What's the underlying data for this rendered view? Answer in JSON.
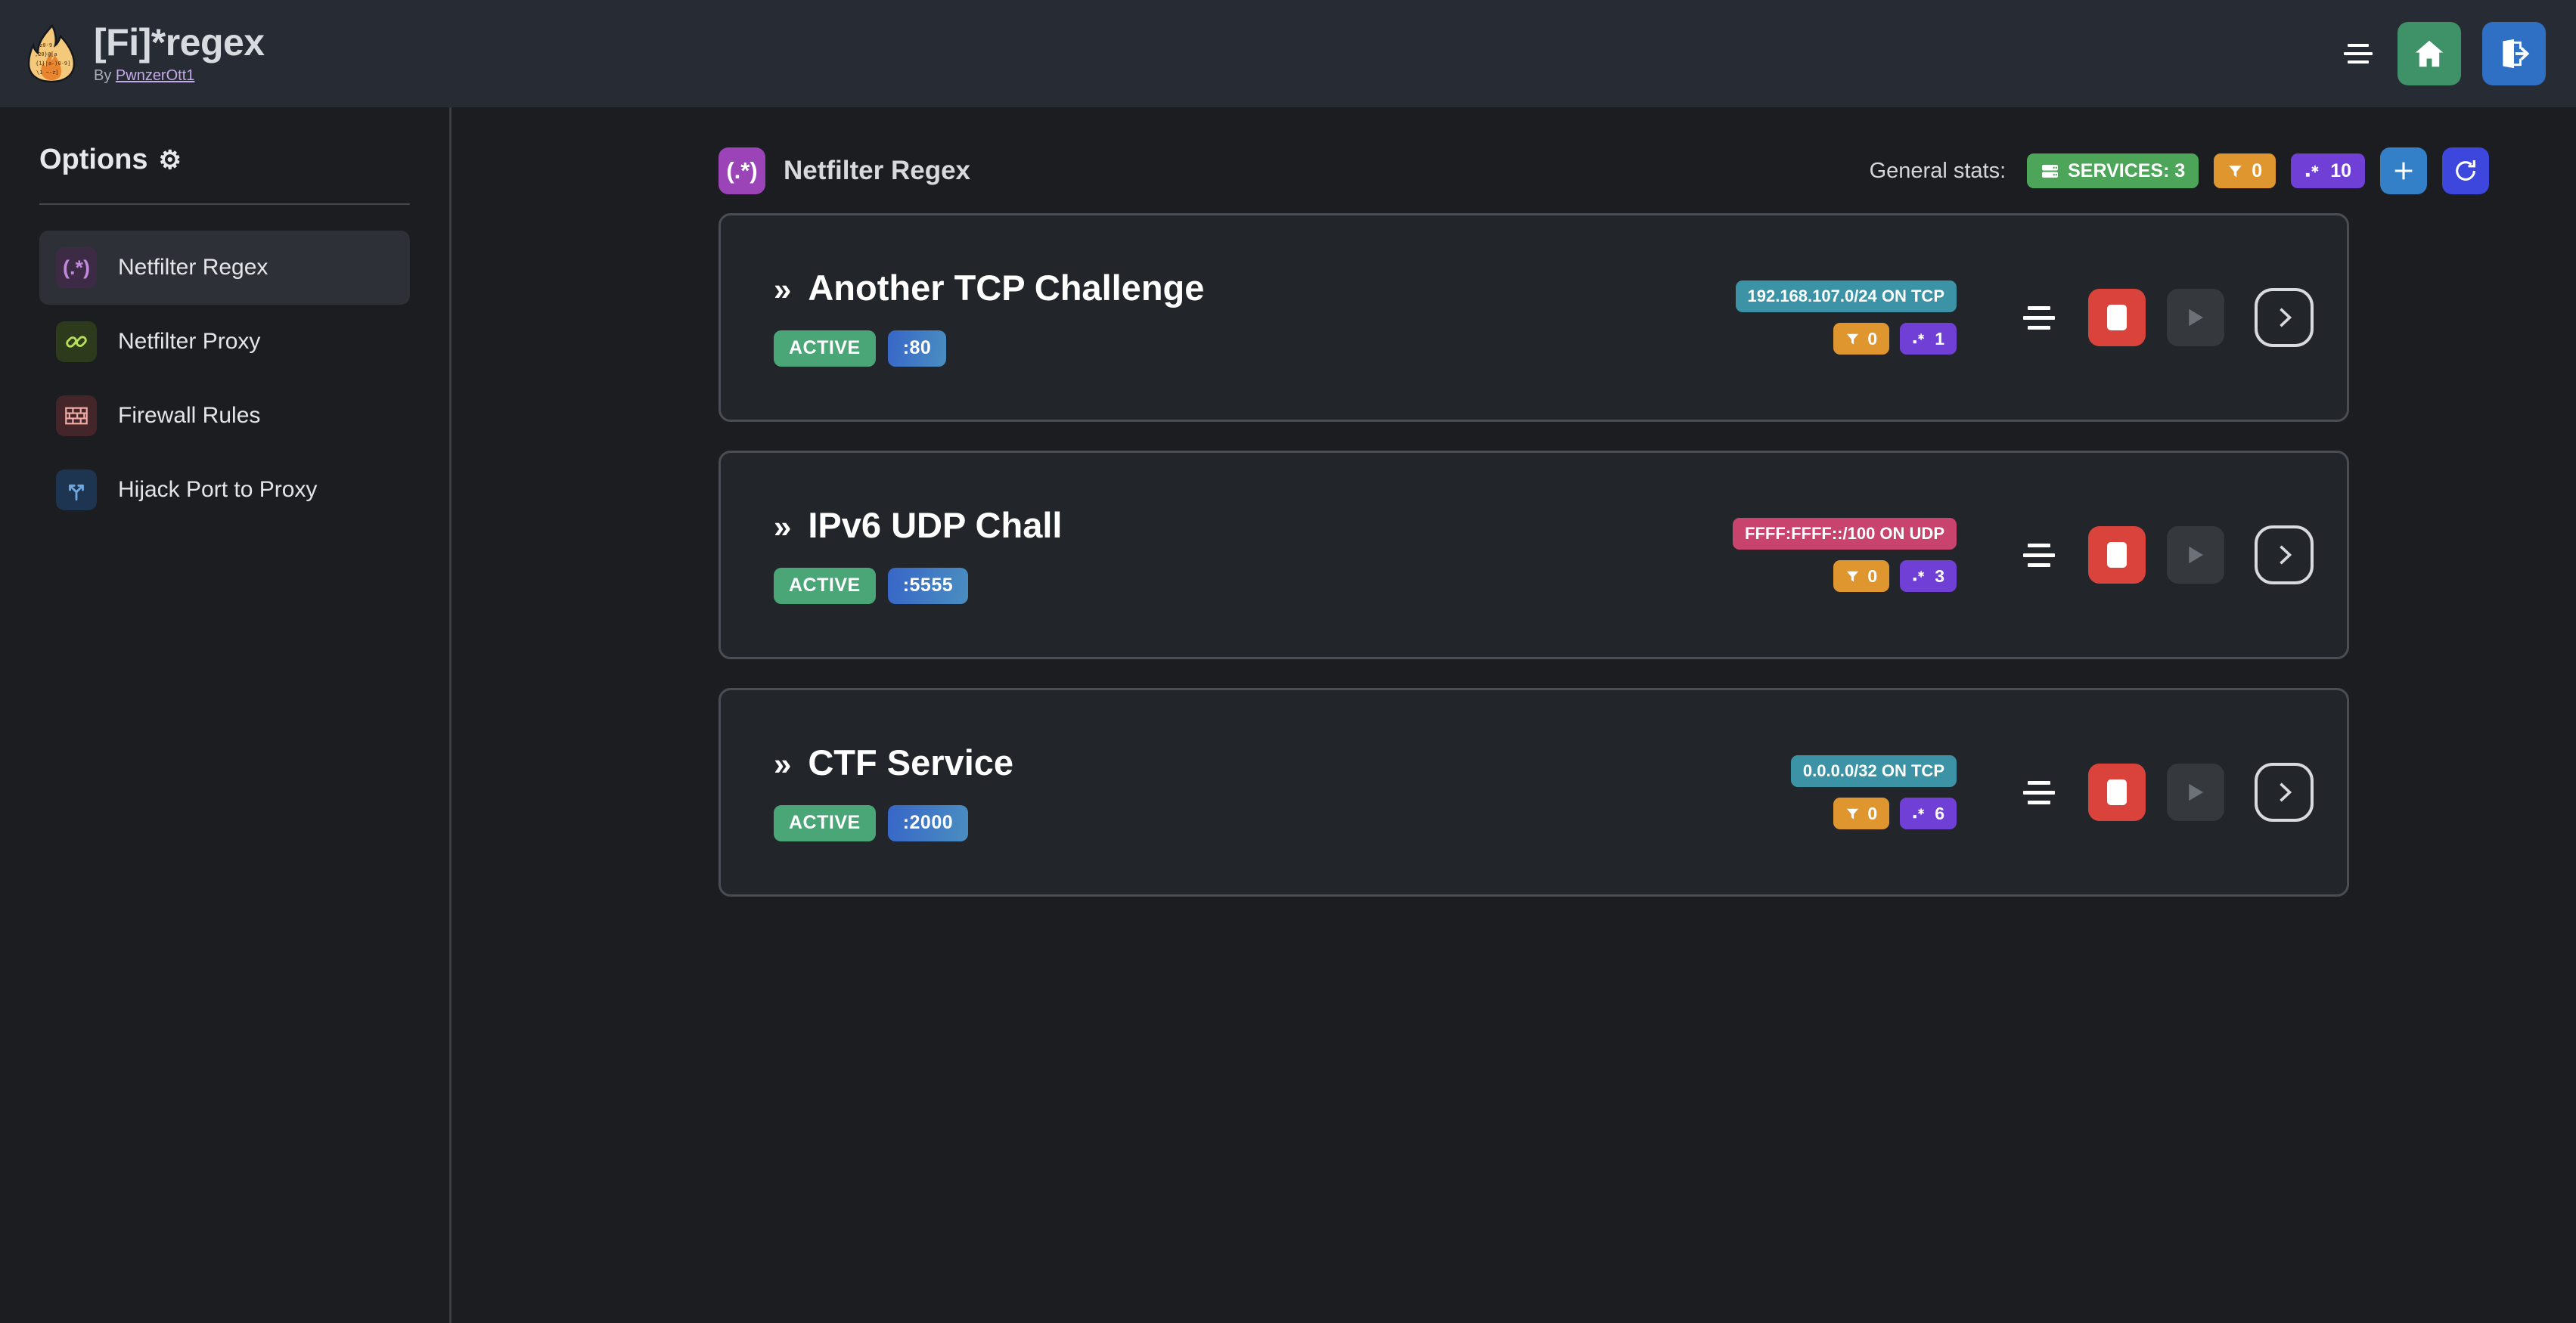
{
  "header": {
    "title": "[Fi]*regex",
    "by_prefix": "By ",
    "author": "PwnzerOtt1",
    "logo_icon": "flame-regex-logo",
    "menu_icon": "hamburger-menu-icon",
    "home_icon": "home-icon",
    "logout_icon": "logout-icon"
  },
  "sidebar": {
    "heading": "Options",
    "gear_icon": "⚙",
    "items": [
      {
        "label": "Netfilter Regex",
        "icon_name": "regex-icon",
        "glyph": "(.*)",
        "color": "#c18ade",
        "active": true
      },
      {
        "label": "Netfilter Proxy",
        "icon_name": "plug-icon",
        "glyph": "⚯",
        "color": "#b6e05a",
        "active": false
      },
      {
        "label": "Firewall Rules",
        "icon_name": "brick-wall-icon",
        "glyph": "▤",
        "color": "#f2aca8",
        "active": false
      },
      {
        "label": "Hijack Port to Proxy",
        "icon_name": "route-split-icon",
        "glyph": "⤳",
        "color": "#6fa8e0",
        "active": false
      }
    ]
  },
  "main": {
    "page_icon": "regex-icon",
    "page_icon_glyph": "(.*)",
    "page_title": "Netfilter Regex",
    "stats": {
      "label": "General stats:",
      "services": {
        "icon": "server-icon",
        "text": "SERVICES: 3",
        "color": "#4ca558"
      },
      "filters": {
        "icon": "filter-icon",
        "value": "0",
        "color": "#e0962e"
      },
      "regexes": {
        "icon": "regex-dotstar-icon",
        "value": "10",
        "color": "#6f3fd6"
      },
      "add_button": {
        "icon": "plus-icon",
        "label": "+",
        "color": "#3380c8"
      },
      "refresh_button": {
        "icon": "refresh-icon",
        "label": "⟳",
        "color": "#3d46dd"
      }
    },
    "services": [
      {
        "chevron": "»",
        "name": "Another TCP Challenge",
        "status": "ACTIVE",
        "port": ":80",
        "network": "192.168.107.0/24 ON TCP",
        "network_proto": "tcp",
        "filters_count": "0",
        "regexes_count": "1",
        "sort_icon": "sort-lines-icon",
        "stop_icon": "stop-icon",
        "play_icon": "play-icon",
        "open_icon": "chevron-right-icon"
      },
      {
        "chevron": "»",
        "name": "IPv6 UDP Chall",
        "status": "ACTIVE",
        "port": ":5555",
        "network": "FFFF:FFFF::/100 ON UDP",
        "network_proto": "udp",
        "filters_count": "0",
        "regexes_count": "3",
        "sort_icon": "sort-lines-icon",
        "stop_icon": "stop-icon",
        "play_icon": "play-icon",
        "open_icon": "chevron-right-icon"
      },
      {
        "chevron": "»",
        "name": "CTF Service",
        "status": "ACTIVE",
        "port": ":2000",
        "network": "0.0.0.0/32 ON TCP",
        "network_proto": "tcp",
        "filters_count": "0",
        "regexes_count": "6",
        "sort_icon": "sort-lines-icon",
        "stop_icon": "stop-icon",
        "play_icon": "play-icon",
        "open_icon": "chevron-right-icon"
      }
    ]
  },
  "colors": {
    "bg": "#1b1d21",
    "topbar": "#272b33",
    "card_bg": "#222529",
    "card_border": "#4a4e54",
    "accent_purple": "#9b44b8",
    "green": "#4ca558",
    "orange": "#e0962e",
    "violet": "#6f3fd6",
    "teal": "#3b93a5",
    "pink": "#c8446e",
    "red": "#d9433c"
  }
}
